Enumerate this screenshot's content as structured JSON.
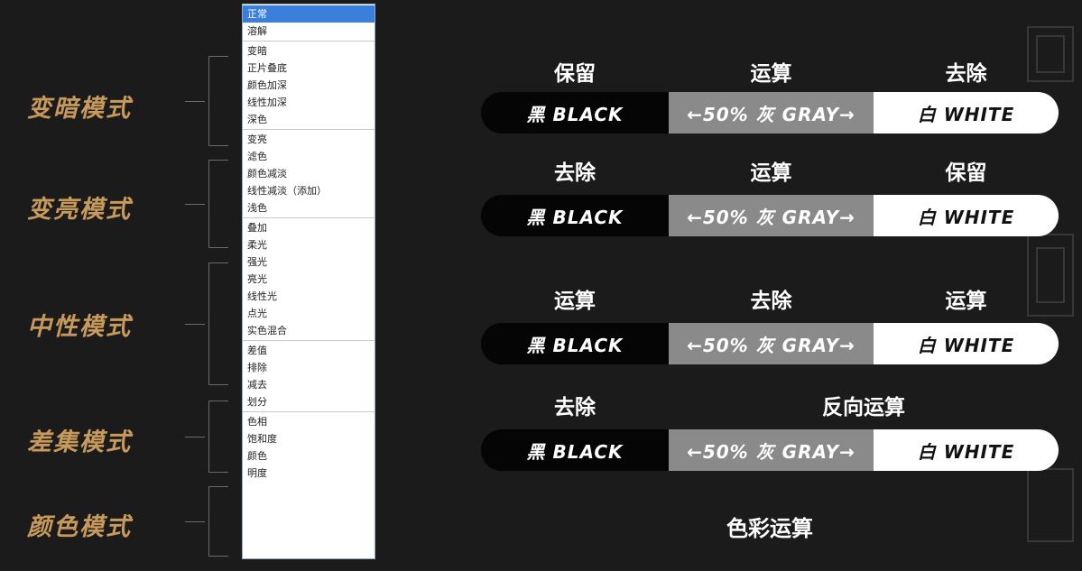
{
  "groups": [
    {
      "label": "变暗模式"
    },
    {
      "label": "变亮模式"
    },
    {
      "label": "中性模式"
    },
    {
      "label": "差集模式"
    },
    {
      "label": "颜色模式"
    }
  ],
  "blend_menu": {
    "sections": [
      [
        "正常",
        "溶解"
      ],
      [
        "变暗",
        "正片叠底",
        "颜色加深",
        "线性加深",
        "深色"
      ],
      [
        "变亮",
        "滤色",
        "颜色减淡",
        "线性减淡（添加）",
        "浅色"
      ],
      [
        "叠加",
        "柔光",
        "强光",
        "亮光",
        "线性光",
        "点光",
        "实色混合"
      ],
      [
        "差值",
        "排除",
        "减去",
        "划分"
      ],
      [
        "色相",
        "饱和度",
        "颜色",
        "明度"
      ]
    ],
    "selected": "正常"
  },
  "bar_labels": {
    "black": "黑 BLACK",
    "gray": "←50% 灰 GRAY→",
    "white": "白 WHITE"
  },
  "rows": [
    {
      "left": "保留",
      "center": "运算",
      "right": "去除"
    },
    {
      "left": "去除",
      "center": "运算",
      "right": "保留"
    },
    {
      "left": "运算",
      "center": "去除",
      "right": "运算"
    },
    {
      "left": "去除",
      "wide": "反向运算"
    }
  ],
  "footer": "色彩运算",
  "colors": {
    "background": "#1b1b1c",
    "label_gold": "#c79a5c",
    "selection_blue": "#3b7fdc",
    "gray_segment": "#8a8a8a"
  }
}
